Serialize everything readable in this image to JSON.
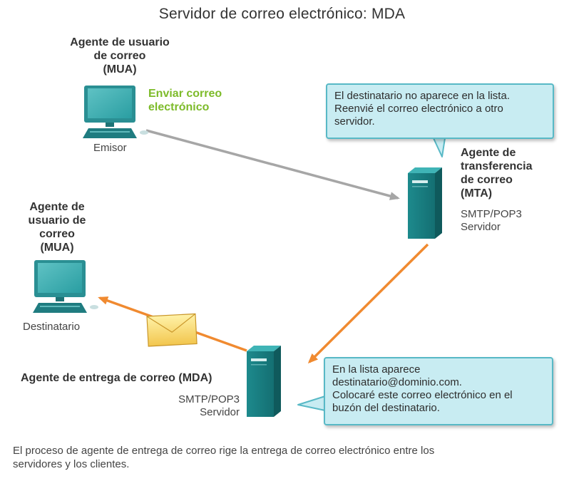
{
  "title": "Servidor de correo electrónico: MDA",
  "sender": {
    "agent_label": [
      "Agente de usuario",
      "de correo",
      "(MUA)"
    ],
    "action": [
      "Enviar correo",
      "electrónico"
    ],
    "role": "Emisor"
  },
  "recipient": {
    "agent_label": [
      "Agente de",
      "usuario de",
      "correo",
      "(MUA)"
    ],
    "role": "Destinatario"
  },
  "mta": {
    "agent_label": [
      "Agente de",
      "transferencia",
      "de correo",
      "(MTA)"
    ],
    "protocol": "SMTP/POP3",
    "type": "Servidor",
    "callout": [
      "El destinatario no aparece en la lista.",
      "Reenvié el correo electrónico a otro",
      "servidor."
    ]
  },
  "mda": {
    "agent_label": "Agente de entrega de correo (MDA)",
    "protocol": "SMTP/POP3",
    "type": "Servidor",
    "callout": [
      "En la lista aparece",
      "destinatario@dominio.com.",
      "Colocaré este correo electrónico en el",
      "buzón del destinatario."
    ]
  },
  "caption": [
    "El proceso de agente de entrega de correo rige la entrega de correo electrónico entre los",
    "servidores y los clientes."
  ],
  "colors": {
    "callout_fill": "#c8ecf2",
    "callout_border": "#58b9c6",
    "send_arrow": "#a6a6a6",
    "delivery_arrow": "#f08a30",
    "action_text": "#7dbb2a",
    "device_teal": "#1a7c80"
  }
}
